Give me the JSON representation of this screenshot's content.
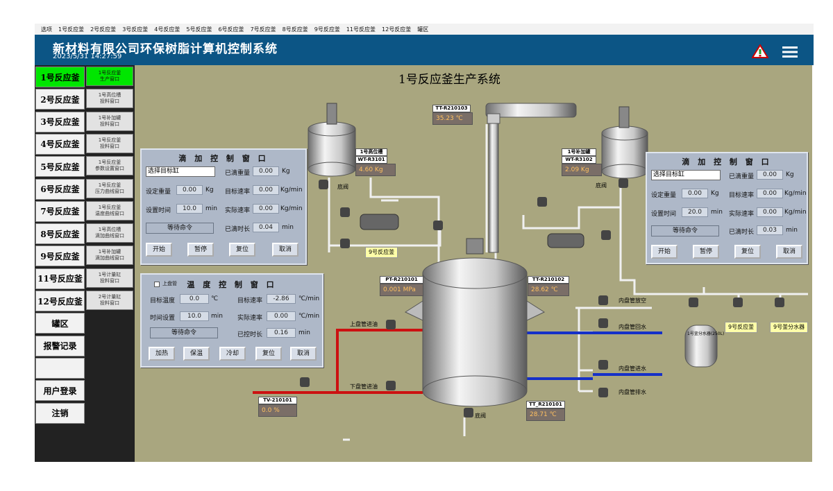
{
  "menu": [
    "选项",
    "1号反应釜",
    "2号反应釜",
    "3号反应釜",
    "4号反应釜",
    "5号反应釜",
    "6号反应釜",
    "7号反应釜",
    "8号反应釜",
    "9号反应釜",
    "11号反应釜",
    "12号反应釜",
    "罐区"
  ],
  "header": {
    "title": "新材料有限公司环保树脂计算机控制系统",
    "datetime": "2023/5/31 14:27:59",
    "warning_icon": "warning-icon",
    "menu_icon": "hamburger-icon"
  },
  "sidebar": [
    "1号反应釜",
    "2号反应釜",
    "3号反应釜",
    "4号反应釜",
    "5号反应釜",
    "6号反应釜",
    "7号反应釜",
    "8号反应釜",
    "9号反应釜",
    "11号反应釜",
    "12号反应釜",
    "罐区",
    "报警记录",
    "",
    "用户登录",
    "注销"
  ],
  "subnav": [
    "1号反应釜\n生产窗口",
    "1号高位槽\n投料窗口",
    "1号补加罐\n投料窗口",
    "1号反应釜\n投料窗口",
    "1号反应釜\n参数设置窗口",
    "1号反应釜\n压力曲线窗口",
    "1号反应釜\n温度曲线窗口",
    "1号高位槽\n滴加曲线窗口",
    "1号补加罐\n滴加曲线窗口",
    "1号计量缸\n投料窗口",
    "2号计量缸\n投料窗口"
  ],
  "main": {
    "title": "1号反应釜生产系统"
  },
  "tanks": {
    "high_tank": {
      "name": "1号高位槽",
      "id": "WT-R3101",
      "value": "4.60",
      "unit": "Kg",
      "valve": "底阀"
    },
    "supp_tank": {
      "name": "1号补加罐",
      "id": "WT-R3102",
      "value": "2.09",
      "unit": "Kg",
      "valve": "底阀"
    }
  },
  "readings": {
    "tt103": {
      "id": "TT-R210103",
      "value": "35.23",
      "unit": "℃"
    },
    "pt101": {
      "id": "PT-R210101",
      "value": "0.001",
      "unit": "MPa"
    },
    "tt102": {
      "id": "TT-R210102",
      "value": "28.62",
      "unit": "℃"
    },
    "tt101": {
      "id": "TT_R210101",
      "value": "28.71",
      "unit": "℃"
    },
    "tv101": {
      "id": "TV-210101",
      "value": "0.0",
      "unit": "%"
    }
  },
  "labels": {
    "target9": "9号反应釜",
    "target9b": "9号反应釜",
    "target9c": "9号釜分水器",
    "upper_oil": "上盘管进油",
    "lower_oil": "下盘管进油",
    "vent": "内盘管放空",
    "return": "内盘管回水",
    "in_water": "内盘管进水",
    "drain": "内盘管排水",
    "bottom_valve": "底阀",
    "separator": "1号釜分水器(250L)"
  },
  "drip_left": {
    "title": "滴 加 控 制 窗 口",
    "select": "选择目标缸",
    "added_label": "已滴重量",
    "added": "0.00",
    "added_unit": "Kg",
    "set_weight_label": "设定重量",
    "set_weight": "0.00",
    "set_weight_unit": "Kg",
    "target_rate_label": "目标速率",
    "target_rate": "0.00",
    "target_rate_unit": "Kg/min",
    "set_time_label": "设置时间",
    "set_time": "10.0",
    "set_time_unit": "min",
    "actual_rate_label": "实际速率",
    "actual_rate": "0.00",
    "actual_rate_unit": "Kg/min",
    "status": "等待命令",
    "elapsed_label": "已滴时长",
    "elapsed": "0.04",
    "elapsed_unit": "min",
    "buttons": [
      "开始",
      "暂停",
      "复位",
      "取消"
    ]
  },
  "drip_right": {
    "title": "滴 加 控 制 窗 口",
    "select": "选择目标缸",
    "added_label": "已滴重量",
    "added": "0.00",
    "added_unit": "Kg",
    "set_weight_label": "设定重量",
    "set_weight": "0.00",
    "set_weight_unit": "Kg",
    "target_rate_label": "目标速率",
    "target_rate": "0.00",
    "target_rate_unit": "Kg/min",
    "set_time_label": "设置时间",
    "set_time": "20.0",
    "set_time_unit": "min",
    "actual_rate_label": "实际速率",
    "actual_rate": "0.00",
    "actual_rate_unit": "Kg/min",
    "status": "等待命令",
    "elapsed_label": "已滴时长",
    "elapsed": "0.03",
    "elapsed_unit": "min",
    "buttons": [
      "开始",
      "暂停",
      "复位",
      "取消"
    ]
  },
  "temp_ctrl": {
    "title": "温 度 控 制 窗 口",
    "check_label": "上盘管",
    "target_temp_label": "目标温度",
    "target_temp": "0.0",
    "target_temp_unit": "℃",
    "target_rate_label": "目标速率",
    "target_rate": "-2.86",
    "target_rate_unit": "℃/min",
    "time_label": "时间设置",
    "time": "10.0",
    "time_unit": "min",
    "actual_rate_label": "实际速率",
    "actual_rate": "0.00",
    "actual_rate_unit": "℃/min",
    "status": "等待命令",
    "elapsed_label": "已控时长",
    "elapsed": "0.16",
    "elapsed_unit": "min",
    "buttons": [
      "加热",
      "保温",
      "冷却",
      "复位",
      "取消"
    ]
  },
  "colors": {
    "header": "#0c5585",
    "main_bg": "#a9a67f",
    "active": "#00e600",
    "hot_pipe": "#cc1111",
    "cold_pipe": "#1530c8"
  }
}
